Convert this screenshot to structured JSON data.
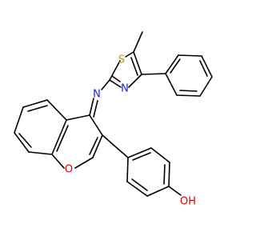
{
  "molecule": {
    "atoms": {
      "sulfur": "S",
      "thiazole_nitrogen": "N",
      "imine_nitrogen": "N",
      "pyran_oxygen": "O",
      "hydroxyl": "OH"
    },
    "colors": {
      "bond": "#000000",
      "sulfur": "#b8a000",
      "nitrogen": "#2020e0",
      "oxygen": "#e00000"
    }
  }
}
